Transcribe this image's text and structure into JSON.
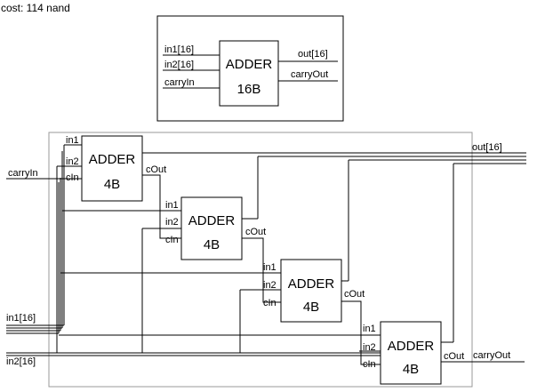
{
  "cost": {
    "label": "cost: 114 nand"
  },
  "top_component": {
    "title_line1": "ADDER",
    "title_line2": "16B",
    "inputs": [
      "in1[16]",
      "in2[16]",
      "carryIn"
    ],
    "outputs": [
      "out[16]",
      "carryOut"
    ]
  },
  "circuit": {
    "external_inputs": {
      "carry_in": "carryIn",
      "in1": "in1[16]",
      "in2": "in2[16]"
    },
    "external_outputs": {
      "out": "out[16]",
      "carry_out": "carryOut"
    },
    "adders": [
      {
        "line1": "ADDER",
        "line2": "4B",
        "in1": "in1",
        "in2": "in2",
        "cin": "cIn",
        "cout": "cOut"
      },
      {
        "line1": "ADDER",
        "line2": "4B",
        "in1": "in1",
        "in2": "in2",
        "cin": "cIn",
        "cout": "cOut"
      },
      {
        "line1": "ADDER",
        "line2": "4B",
        "in1": "in1",
        "in2": "in2",
        "cin": "cIn",
        "cout": "cOut"
      },
      {
        "line1": "ADDER",
        "line2": "4B",
        "in1": "in1",
        "in2": "in2",
        "cin": "cIn",
        "cout": "cOut"
      }
    ]
  }
}
